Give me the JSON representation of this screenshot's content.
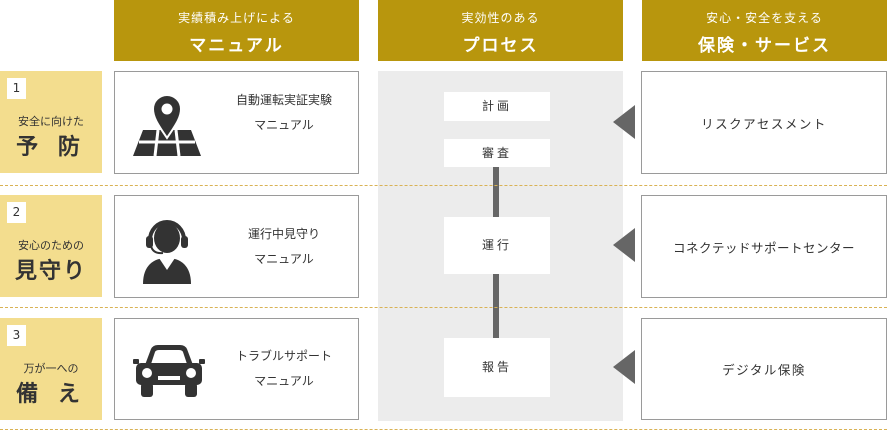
{
  "headers": [
    {
      "line1": "実績積み上げによる",
      "line2": "マニュアル"
    },
    {
      "line1": "実効性のある",
      "line2": "プロセス"
    },
    {
      "line1": "安心・安全を支える",
      "line2": "保険・サービス"
    }
  ],
  "rows": [
    {
      "number": "1",
      "sub": "安全に向けた",
      "main": "予 防",
      "manual_line1": "自動運転実証実験",
      "manual_line2": "マニュアル",
      "manual_icon": "map-pin-icon",
      "service": "リスクアセスメント"
    },
    {
      "number": "2",
      "sub": "安心のための",
      "main": "見守り",
      "manual_line1": "運行中見守り",
      "manual_line2": "マニュアル",
      "manual_icon": "operator-headset-icon",
      "service": "コネクテッドサポートセンター"
    },
    {
      "number": "3",
      "sub": "万が一への",
      "main": "備 え",
      "manual_line1": "トラブルサポート",
      "manual_line2": "マニュアル",
      "manual_icon": "car-icon",
      "service": "デジタル保険"
    }
  ],
  "process_steps": [
    "計画",
    "審査",
    "運行",
    "報告"
  ],
  "colors": {
    "header_gold": "#b8960d",
    "label_yellow": "#f3dd8e",
    "process_gray": "#ececec",
    "arrow_gray": "#666666",
    "divider": "#d9b254"
  }
}
